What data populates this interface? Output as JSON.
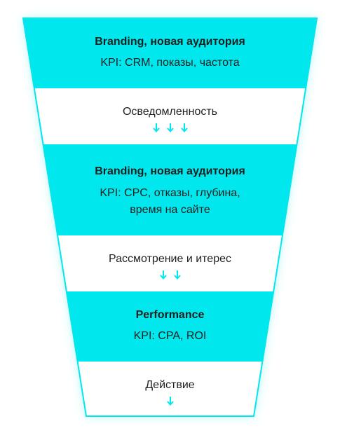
{
  "colors": {
    "accent": "#00e8ee",
    "glow": "#b6f5f8",
    "white_band": "#ffffff",
    "text": "#1f1f1f"
  },
  "stages": [
    {
      "title": "Branding, новая аудитория",
      "kpi_lines": [
        "KPI: CRM, показы, частота"
      ]
    },
    {
      "label": "Осведомленность",
      "arrow_count": 3
    },
    {
      "title": "Branding, новая аудитория",
      "kpi_lines": [
        "KPI: CPC, отказы, глубина,",
        "время на сайте"
      ]
    },
    {
      "label": "Рассмотрение и итерес",
      "arrow_count": 2
    },
    {
      "title": "Performance",
      "kpi_lines": [
        "KPI: CPA, ROI"
      ]
    },
    {
      "label": "Действие",
      "arrow_count": 1
    }
  ]
}
